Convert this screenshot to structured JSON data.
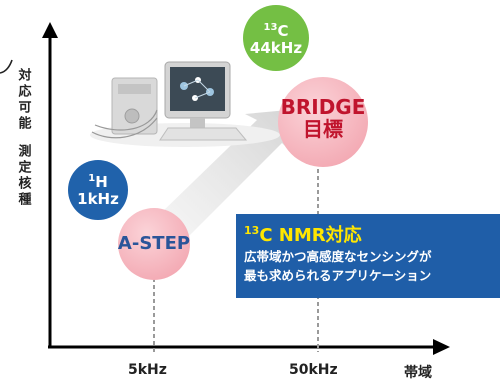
{
  "y_axis": {
    "label_top": "対応可能",
    "label_bottom": "測定核種"
  },
  "x_axis": {
    "label": "帯域",
    "ticks": [
      "5kHz",
      "50kHz"
    ]
  },
  "bubbles": {
    "h1": {
      "sup": "1",
      "nucleus": "H",
      "freq": "1kHz",
      "color": "#2062ab"
    },
    "c13": {
      "sup": "13",
      "nucleus": "C",
      "freq": "44kHz",
      "color": "#74bf44"
    },
    "astep": {
      "label": "A-STEP",
      "color": "#f5b8c0",
      "text_color": "#2a5599"
    },
    "bridge": {
      "line1": "BRIDGE",
      "line2": "目標",
      "color": "#f5b8c0",
      "text_color": "#c0142d"
    }
  },
  "callout": {
    "title_sup": "13",
    "title": "C NMR対応",
    "line1": "広帯域かつ高感度なセンシングが",
    "line2": "最も求められるアプリケーション",
    "bg_color": "#1f5ea8",
    "title_color": "#ffe600"
  },
  "device_image": "nmr-device-icon"
}
